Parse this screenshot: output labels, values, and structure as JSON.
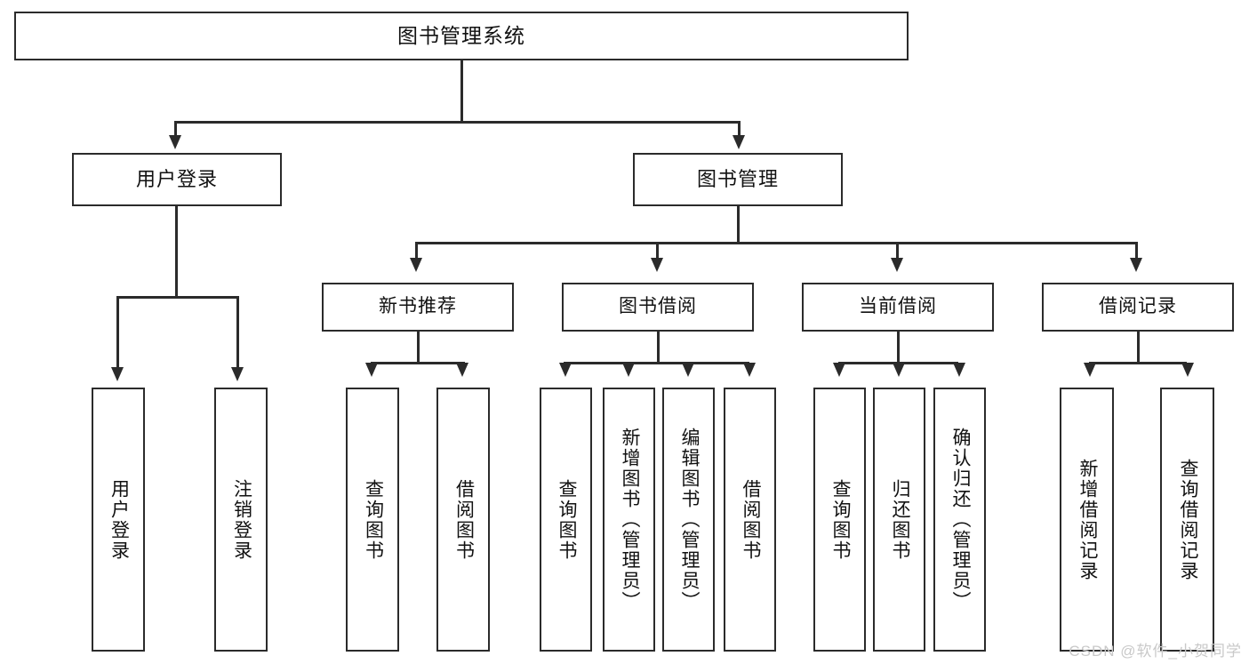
{
  "diagram": {
    "title": "图书管理系统",
    "type": "tree-hierarchy-diagram",
    "root": "图书管理系统",
    "level2": [
      {
        "label": "用户登录"
      },
      {
        "label": "图书管理"
      }
    ],
    "level3": [
      {
        "label": "新书推荐"
      },
      {
        "label": "图书借阅"
      },
      {
        "label": "当前借阅"
      },
      {
        "label": "借阅记录"
      }
    ],
    "leaves": {
      "user_login": [
        {
          "label": "用户登录"
        },
        {
          "label": "注销登录"
        }
      ],
      "new_book_recommend": [
        {
          "label": "查询图书"
        },
        {
          "label": "借阅图书"
        }
      ],
      "book_borrow": [
        {
          "label": "查询图书"
        },
        {
          "label": "新增图书（管理员）"
        },
        {
          "label": "编辑图书（管理员）"
        },
        {
          "label": "借阅图书"
        }
      ],
      "current_borrow": [
        {
          "label": "查询图书"
        },
        {
          "label": "归还图书"
        },
        {
          "label": "确认归还（管理员）"
        }
      ],
      "borrow_record": [
        {
          "label": "新增借阅记录"
        },
        {
          "label": "查询借阅记录"
        }
      ]
    }
  },
  "watermark": {
    "text": "CSDN @软件_小贺同学"
  },
  "colors": {
    "stroke": "#2b2b2b",
    "background": "#ffffff",
    "text": "#111111",
    "watermark": "#c9c9c9"
  }
}
